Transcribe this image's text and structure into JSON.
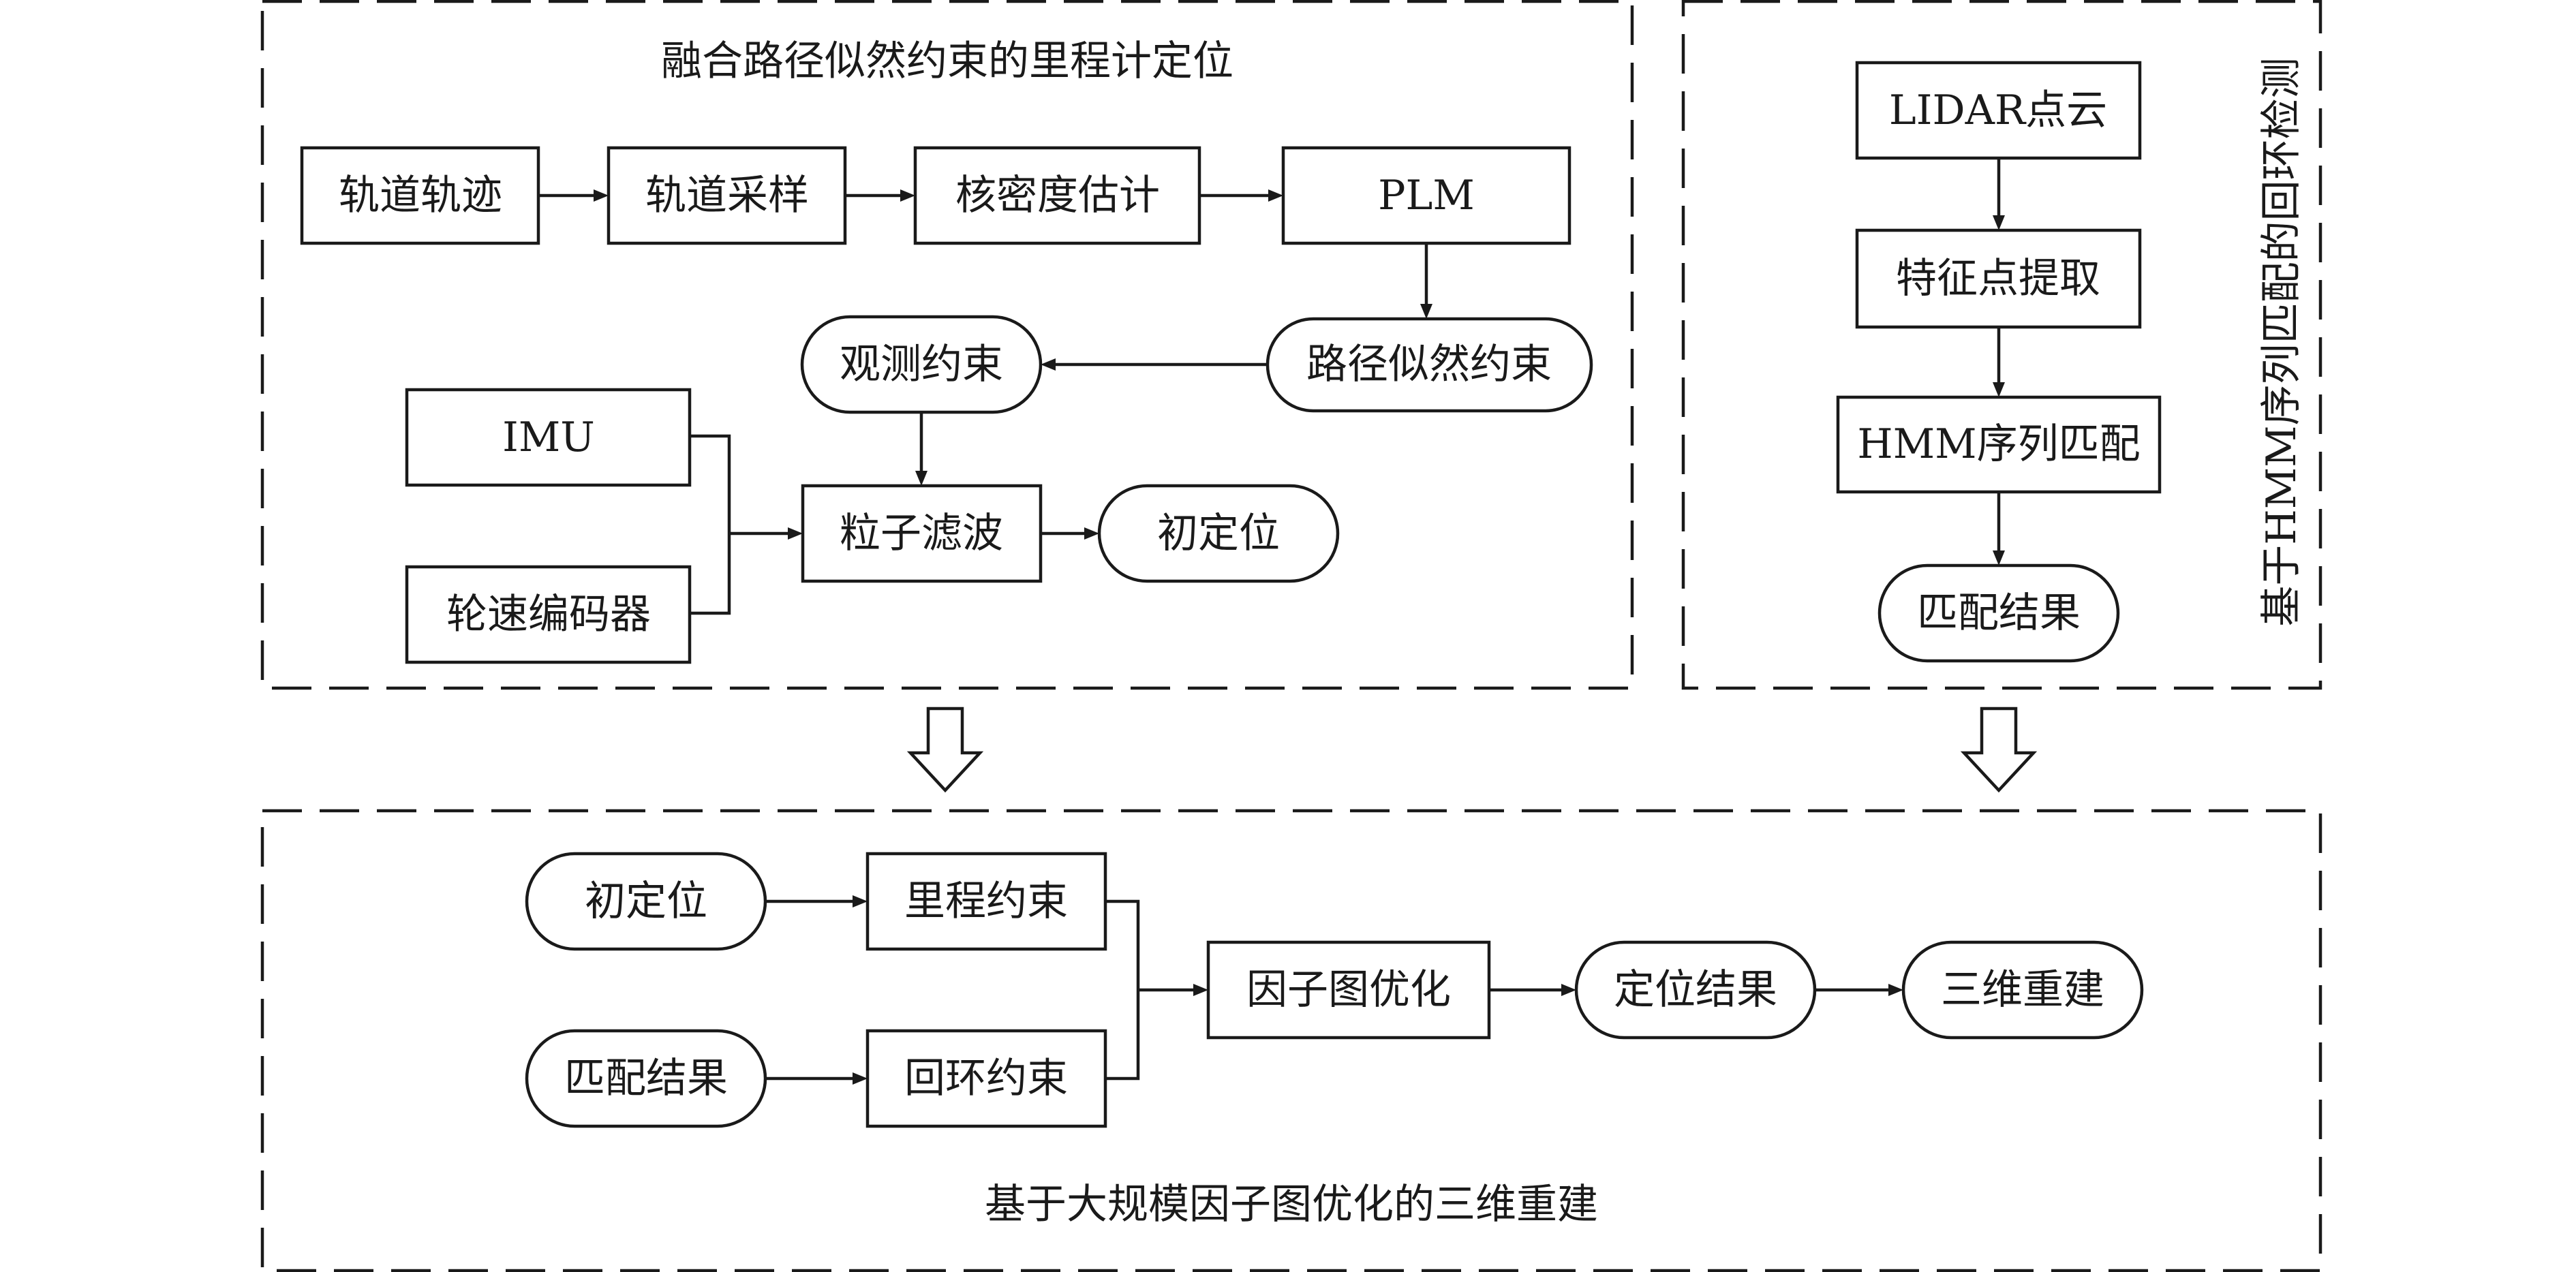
{
  "sections": {
    "odometry": {
      "title": "融合路径似然约束的里程计定位"
    },
    "loop_closure": {
      "title": "基于HMM序列匹配的回环检测"
    },
    "reconstruction": {
      "title": "基于大规模因子图优化的三维重建"
    }
  },
  "nodes": {
    "track_trajectory": "轨道轨迹",
    "track_sampling": "轨道采样",
    "kernel_density": "核密度估计",
    "plm": "PLM",
    "path_likelihood": "路径似然约束",
    "observation_constraint": "观测约束",
    "imu": "IMU",
    "wheel_encoder": "轮速编码器",
    "particle_filter": "粒子滤波",
    "initial_localization": "初定位",
    "lidar_cloud": "LIDAR点云",
    "feature_extraction": "特征点提取",
    "hmm_matching": "HMM序列匹配",
    "match_result": "匹配结果",
    "initial_localization_2": "初定位",
    "match_result_2": "匹配结果",
    "odometry_constraint": "里程约束",
    "loop_constraint": "回环约束",
    "factor_graph": "因子图优化",
    "localization_result": "定位结果",
    "reconstruction_3d": "三维重建"
  }
}
